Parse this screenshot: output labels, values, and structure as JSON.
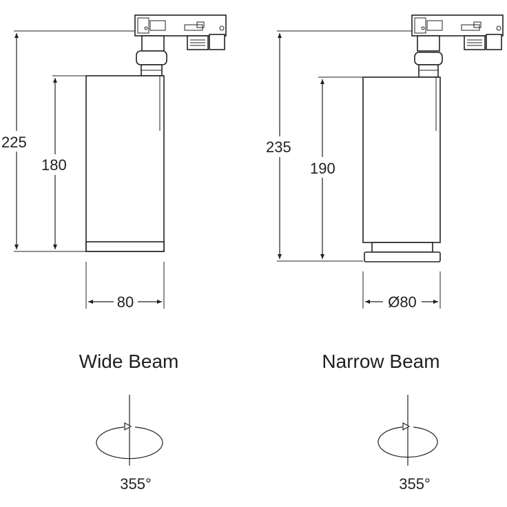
{
  "wide": {
    "caption": "Wide Beam",
    "overall_height": "225",
    "body_height": "180",
    "width": "80",
    "rotation": "355°"
  },
  "narrow": {
    "caption": "Narrow Beam",
    "overall_height": "235",
    "body_height": "190",
    "width": "Ø80",
    "rotation": "355°"
  },
  "colors": {
    "line": "#231f20",
    "background": "#ffffff"
  }
}
